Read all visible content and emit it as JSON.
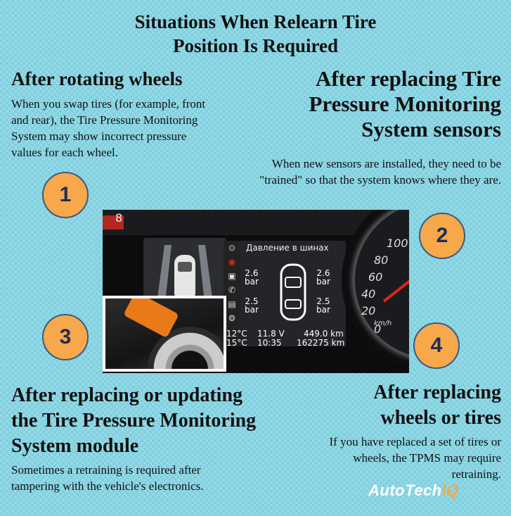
{
  "title_line1": "Situations When Relearn Tire",
  "title_line2": "Position Is Required",
  "sections": [
    {
      "number": "1",
      "heading": "After rotating wheels",
      "body_lines": [
        "When you swap tires (for example, front",
        "and rear), the Tire Pressure Monitoring",
        "System may show incorrect pressure",
        "values for each wheel."
      ]
    },
    {
      "number": "2",
      "heading_lines": [
        "After replacing Tire",
        "Pressure Monitoring",
        "System sensors"
      ],
      "body_lines": [
        "When new sensors are installed, they need to be",
        "\"trained\" so that the system knows where they are."
      ]
    },
    {
      "number": "3",
      "heading_lines": [
        "After replacing or updating",
        "the Tire Pressure Monitoring",
        "System module"
      ],
      "body_lines": [
        "Sometimes a retraining is required after",
        "tampering with the vehicle's electronics."
      ]
    },
    {
      "number": "4",
      "heading_lines": [
        "After replacing",
        "wheels or tires"
      ],
      "body_lines": [
        "If you have replaced a set of tires or",
        "wheels, the TPMS may require",
        "retraining."
      ]
    }
  ],
  "dashboard": {
    "screen_title": "Давление в шинах",
    "front_left": "2.6\nbar",
    "front_right": "2.6\nbar",
    "rear_left": "2.5\nbar",
    "rear_right": "2.5\nbar",
    "temp1": "12°C",
    "temp2": "15°C",
    "voltage": "11.8 V",
    "time": "10:35",
    "range": "449.0 km",
    "odometer": "162275 km",
    "gauge_numbers": [
      "100",
      "80",
      "60",
      "40",
      "20",
      "0"
    ],
    "gauge_unit": "km/h",
    "top_number": "8"
  },
  "logo": {
    "part1": "AutoTech",
    "part2": "IQ"
  }
}
